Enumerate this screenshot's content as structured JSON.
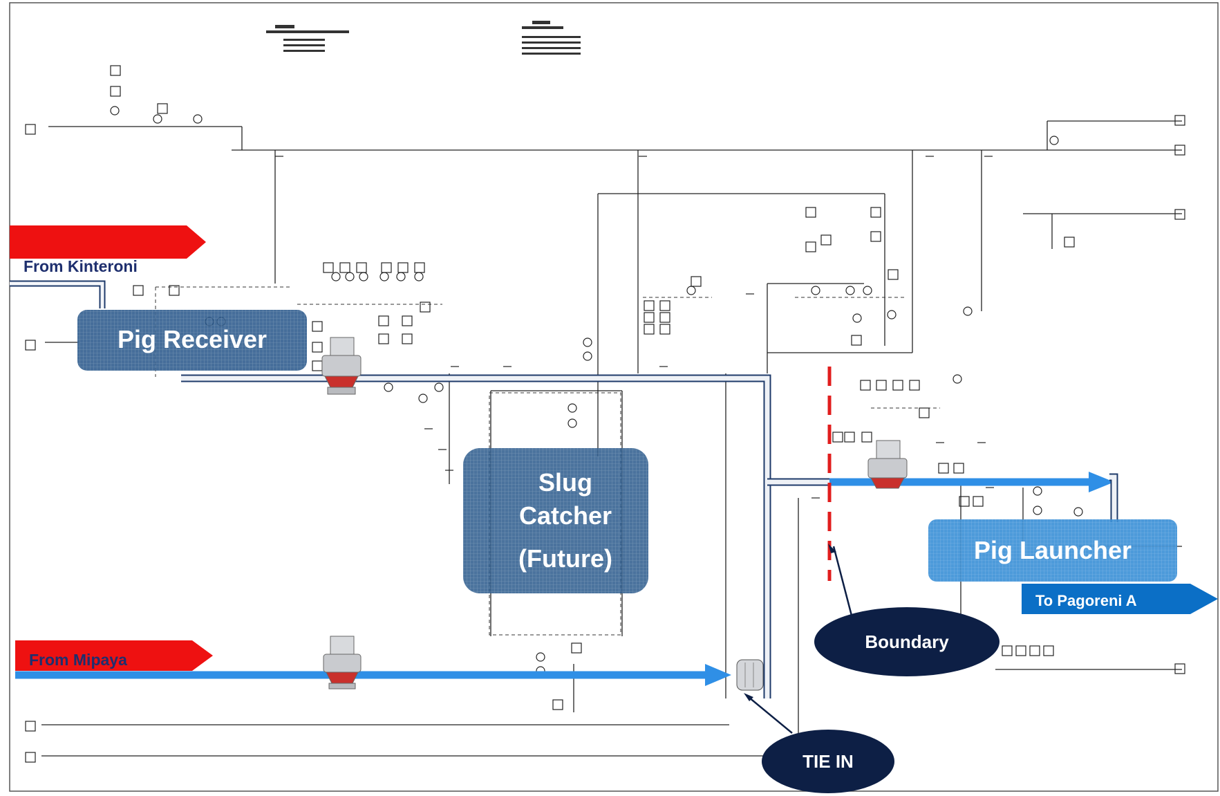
{
  "labels": {
    "from_kinteroni": "From Kinteroni",
    "from_mipaya": "From Mipaya",
    "to_pagoreni": "To Pagoreni  A",
    "pig_receiver": "Pig Receiver",
    "slug_catcher_line1": "Slug",
    "slug_catcher_line2": "Catcher",
    "slug_catcher_line3": "(Future)",
    "pig_launcher": "Pig Launcher",
    "boundary": "Boundary",
    "tie_in": "TIE IN"
  },
  "colors": {
    "incoming_arrow": "#ee1111",
    "outgoing_arrow": "#0b6fc6",
    "flow_line": "#2f8fe6",
    "highlight_box": "#2c5a8c",
    "launcher_box": "#3a8fd6",
    "callout": "#0d1f45",
    "boundary_line": "#e11d1d",
    "drawing_line": "#222222"
  }
}
